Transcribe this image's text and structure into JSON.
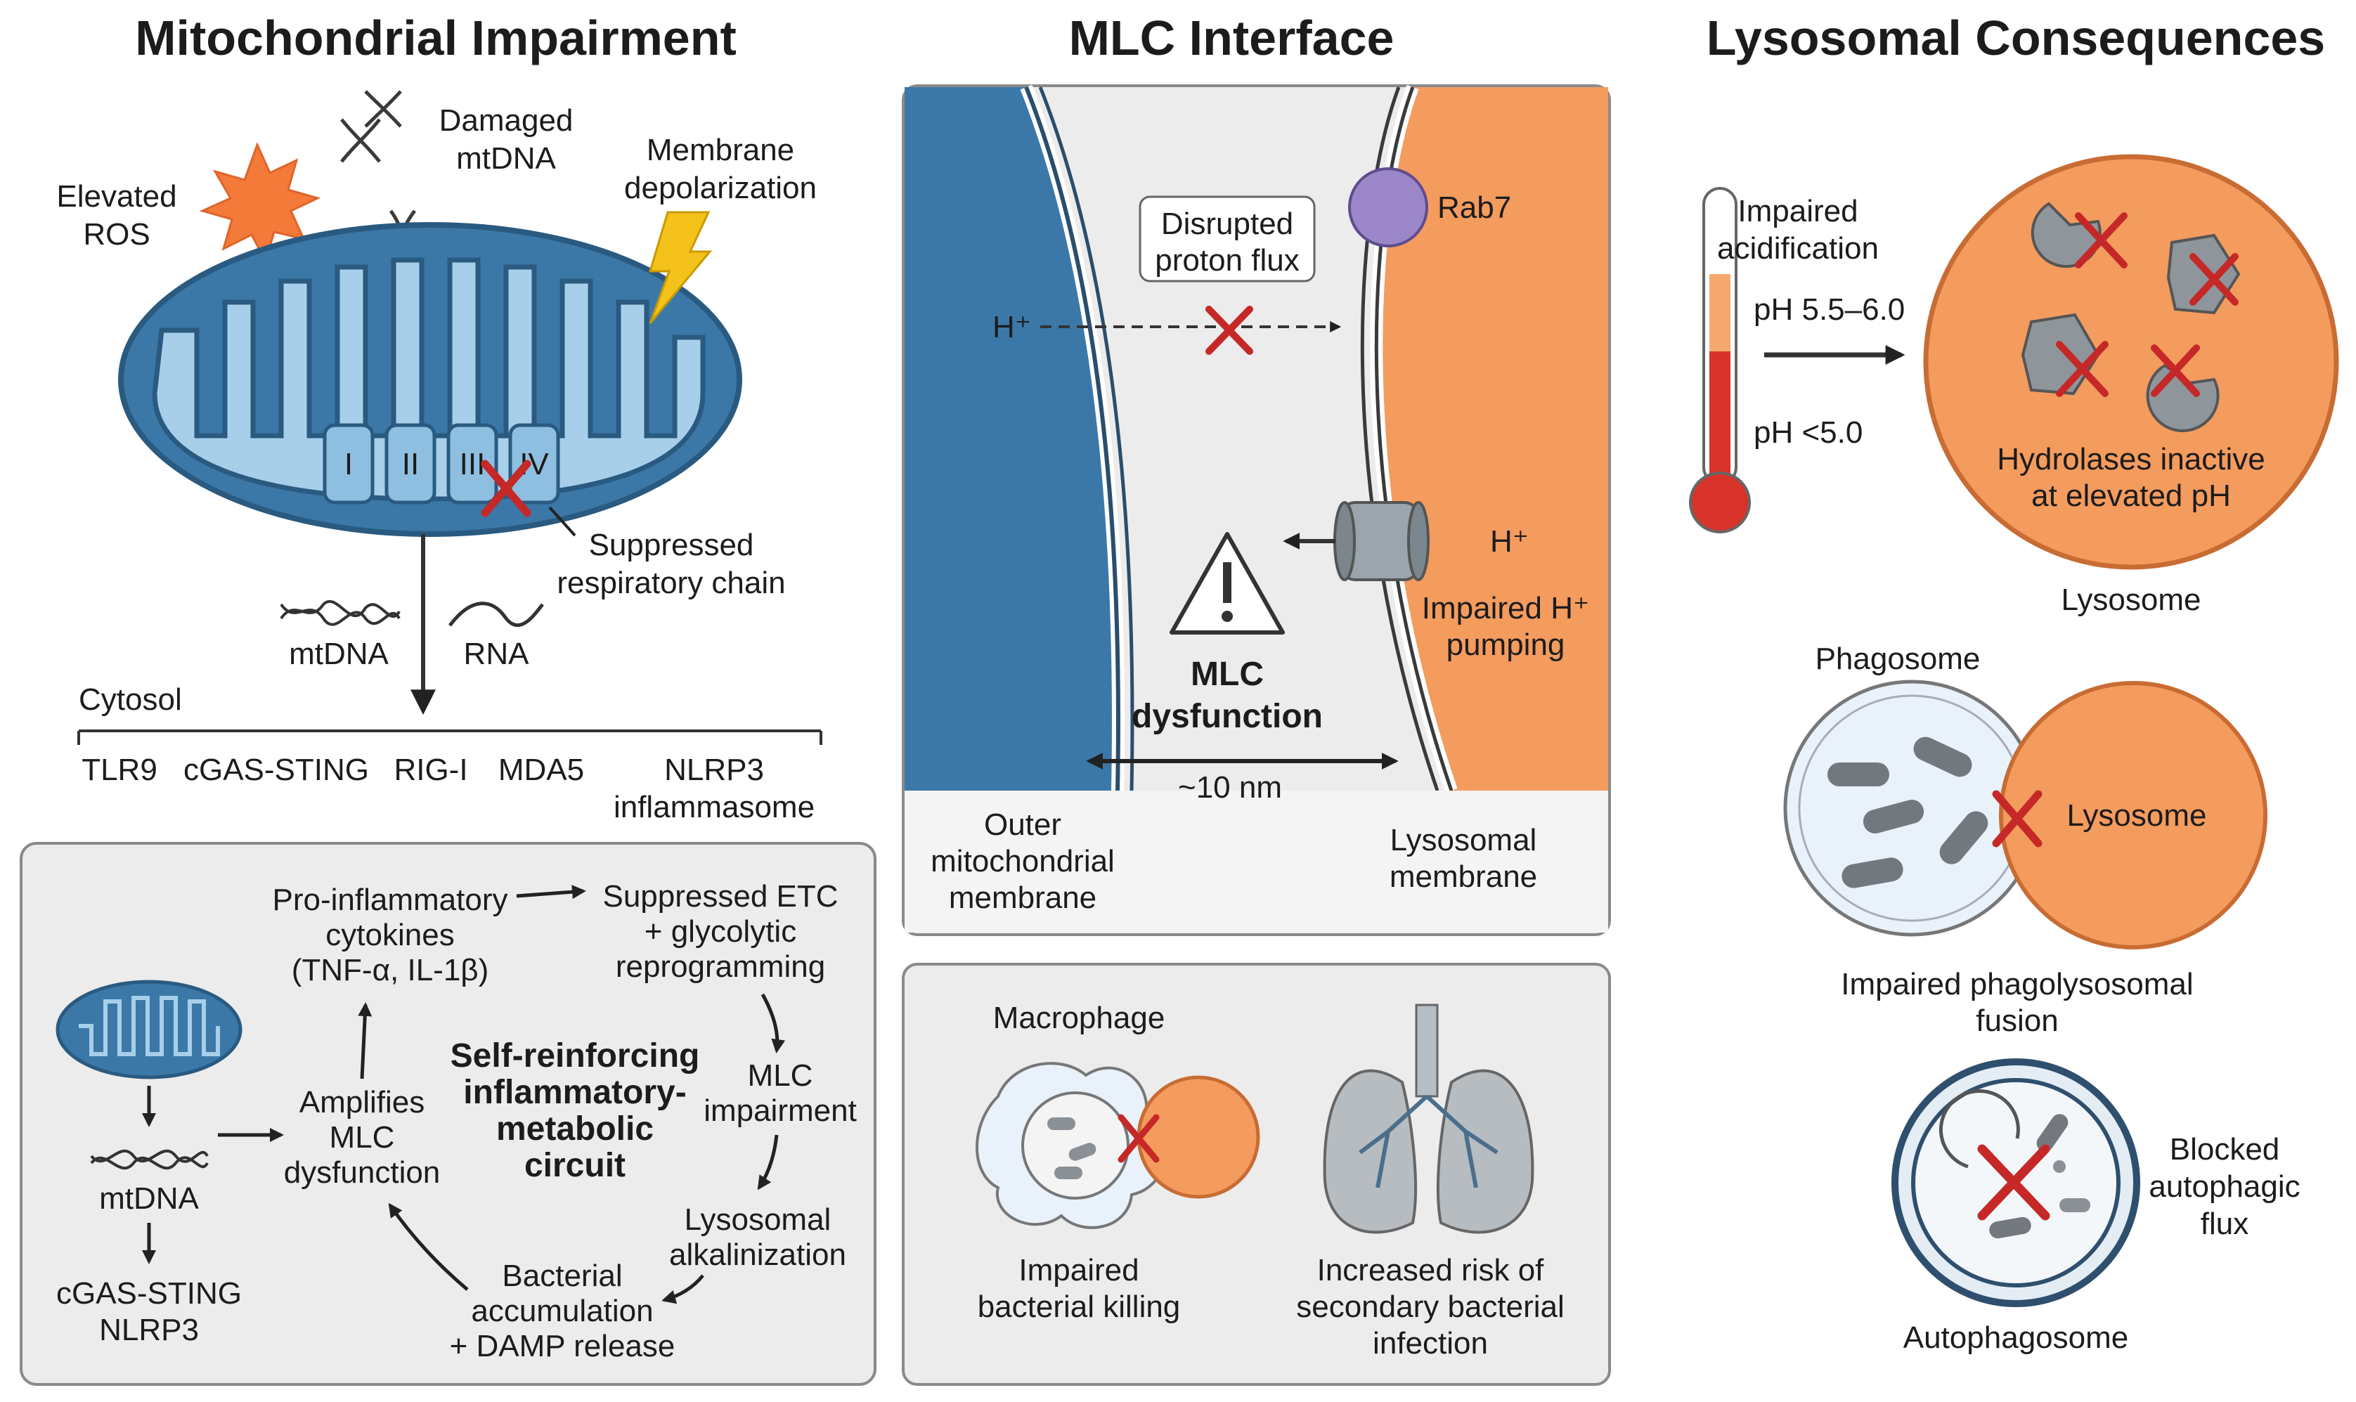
{
  "colors": {
    "mito_blue": "#3b78a8",
    "mito_light": "#9cc8e8",
    "lysosome_orange": "#f49b5e",
    "cross_red": "#c62828",
    "panel_gray": "#ececec"
  },
  "mito_panel": {
    "title": "Mitochondrial Impairment",
    "ros": [
      "Elevated",
      "ROS"
    ],
    "damaged": [
      "Damaged",
      "mtDNA"
    ],
    "depol": [
      "Membrane",
      "depolarization"
    ],
    "complexes": [
      "I",
      "II",
      "III",
      "IV"
    ],
    "suppressed": [
      "Suppressed",
      "respiratory chain"
    ],
    "mtdna": "mtDNA",
    "rna": "RNA",
    "cytosol": "Cytosol",
    "sensors": [
      "TLR9",
      "cGAS-STING",
      "RIG-I",
      "MDA5",
      "NLRP3"
    ],
    "sensor_extra": "inflammasome"
  },
  "circuit": {
    "cytokines": [
      "Pro-inflammatory",
      "cytokines",
      "(TNF-α, IL-1β)"
    ],
    "etc": [
      "Suppressed ETC",
      "+ glycolytic",
      "reprogramming"
    ],
    "center": [
      "Self-reinforcing",
      "inflammatory-",
      "metabolic",
      "circuit"
    ],
    "amplifies": [
      "Amplifies",
      "MLC",
      "dysfunction"
    ],
    "mlc": [
      "MLC",
      "impairment"
    ],
    "alkal": [
      "Lysosomal",
      "alkalinization"
    ],
    "bacterial": [
      "Bacterial",
      "accumulation",
      "+ DAMP release"
    ],
    "mtdna": "mtDNA",
    "sensors": [
      "cGAS-STING",
      "NLRP3"
    ]
  },
  "mlc_panel": {
    "title": "MLC Interface",
    "flux": [
      "Disrupted",
      "proton flux"
    ],
    "hplus": "H⁺",
    "rab7": "Rab7",
    "hplus2": "H⁺",
    "pumping": [
      "Impaired H⁺",
      "pumping"
    ],
    "dysfunction": [
      "MLC",
      "dysfunction"
    ],
    "distance": "~10 nm",
    "outer": [
      "Outer",
      "mitochondrial",
      "membrane"
    ],
    "lysomem": [
      "Lysosomal",
      "membrane"
    ]
  },
  "macro_panel": {
    "macrophage": "Macrophage",
    "killing": [
      "Impaired",
      "bacterial killing"
    ],
    "infection": [
      "Increased risk of",
      "secondary bacterial",
      "infection"
    ]
  },
  "lyso_panel": {
    "title": "Lysosomal Consequences",
    "acid": [
      "Impaired",
      "acidification"
    ],
    "ph_high": "pH 5.5–6.0",
    "ph_low": "pH <5.0",
    "hydrolases": [
      "Hydrolases inactive",
      "at elevated pH"
    ],
    "lysosome": "Lysosome",
    "phagosome": "Phagosome",
    "lyso2": "Lysosome",
    "fusion": [
      "Impaired phagolysosomal",
      "fusion"
    ],
    "blocked": [
      "Blocked",
      "autophagic",
      "flux"
    ],
    "autophagosome": "Autophagosome"
  }
}
